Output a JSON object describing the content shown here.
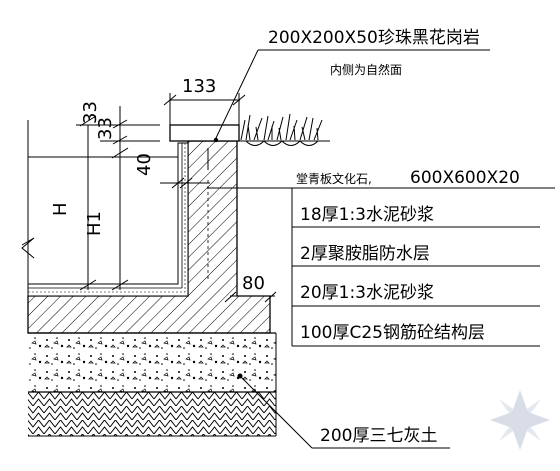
{
  "notes": {
    "coping_stone": "200X200X50珍珠黑花岗岩",
    "coping_inner": "内侧为自然面",
    "tile_prefix": "堂青板文化石,",
    "tile_size": "600X600X20",
    "layer1": "18厚1:3水泥砂浆",
    "layer2": "2厚聚胺脂防水层",
    "layer3": "20厚1:3水泥砂浆",
    "layer4": "100厚C25钢筋砼结构层",
    "base": "200厚三七灰土"
  },
  "dims": {
    "d133": "133",
    "d33a": "33",
    "d33b": "33",
    "d40": "40",
    "d80": "80",
    "H": "H",
    "H1": "H1"
  },
  "colors": {
    "line": "#000000",
    "paper": "#ffffff",
    "watermark": "#d9dde8"
  }
}
